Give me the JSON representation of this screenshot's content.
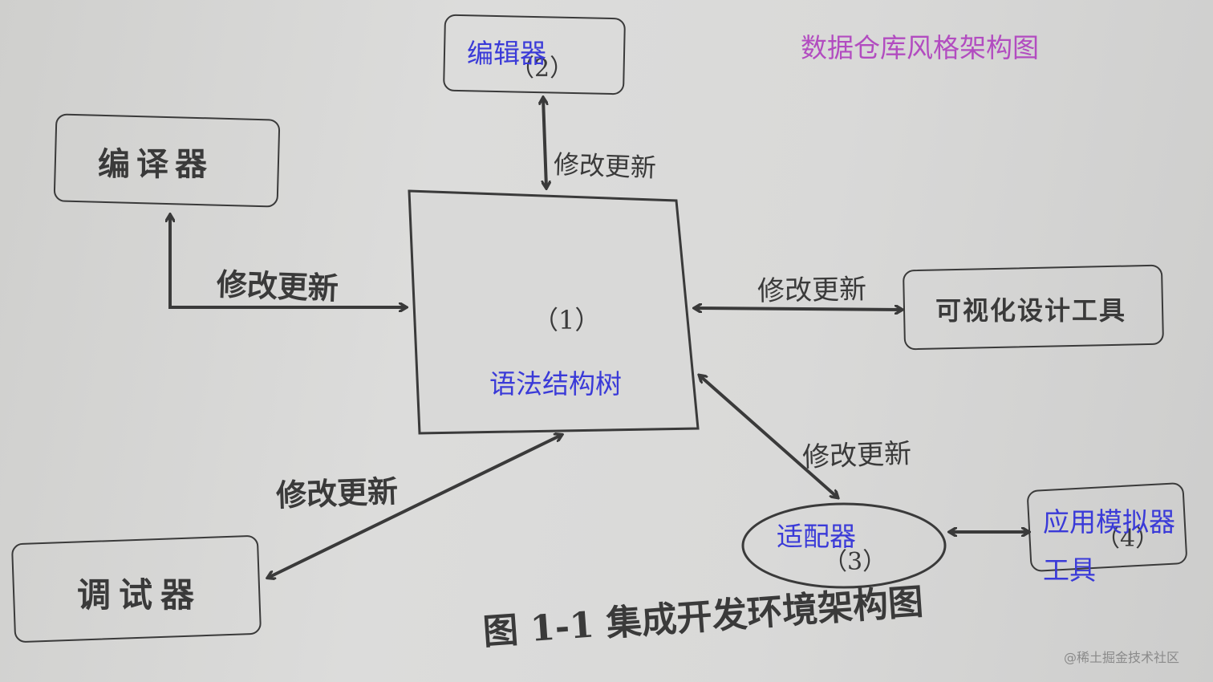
{
  "overlay_title": "数据仓库风格架构图",
  "center": {
    "number": "（1）",
    "label": "语法结构树"
  },
  "editor": {
    "number": "（2）",
    "label": "编辑器"
  },
  "compiler": {
    "label": "编译器"
  },
  "visual_tool": {
    "label": "可视化设计工具"
  },
  "debugger": {
    "label": "调试器"
  },
  "adapter": {
    "number": "（3）",
    "label": "适配器"
  },
  "simulator": {
    "number": "（4）",
    "label_line1": "应用模拟器",
    "label_line2": "工具"
  },
  "edges": {
    "editor": "修改更新",
    "compiler": "修改更新",
    "visual": "修改更新",
    "debugger": "修改更新",
    "adapter": "修改更新"
  },
  "caption": "图 1-1  集成开发环境架构图",
  "watermark": "@稀土掘金技术社区",
  "colors": {
    "ink": "#3a3a3a",
    "overlay_blue": "#3a3ad8",
    "overlay_purple": "#b24cc0"
  }
}
